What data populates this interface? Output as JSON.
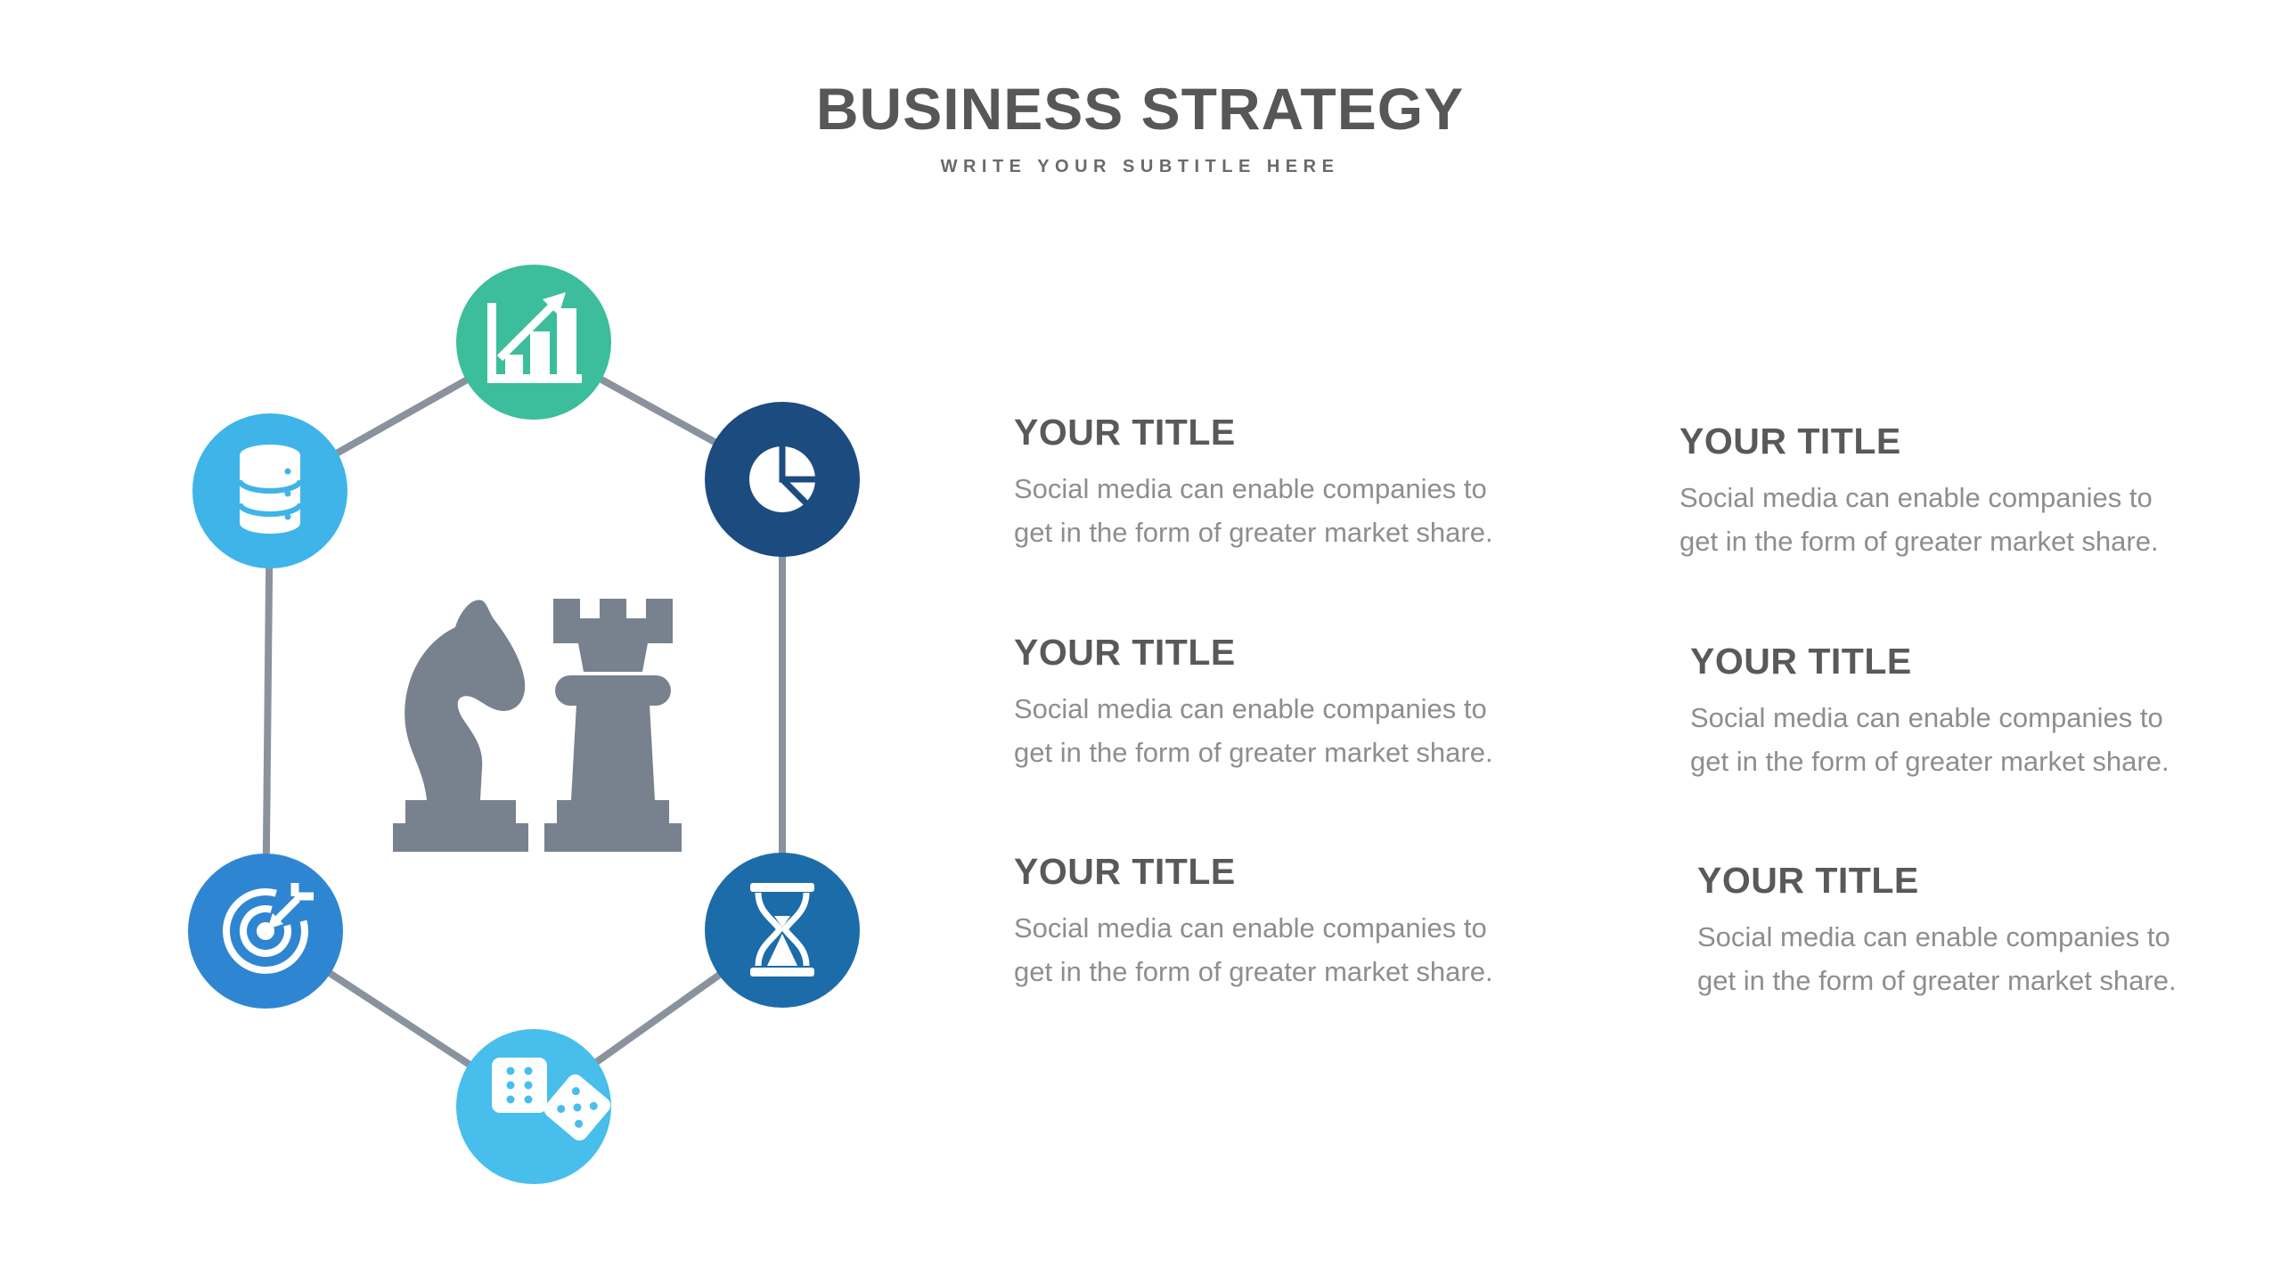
{
  "header": {
    "title": "BUSINESS STRATEGY",
    "subtitle": "WRITE YOUR SUBTITLE HERE",
    "title_color": "#575757",
    "subtitle_color": "#6a6a6a"
  },
  "diagram": {
    "shape": "hexagon",
    "connector_color": "#8a939d",
    "chess_color": "#78828e",
    "center_graphic": "chess-knight-and-rook",
    "nodes": [
      {
        "id": "growth-chart",
        "icon": "growth-chart-icon",
        "color": "#3cbd9b"
      },
      {
        "id": "pie-chart",
        "icon": "pie-chart-icon",
        "color": "#1c4b80"
      },
      {
        "id": "database",
        "icon": "database-icon",
        "color": "#3eb4e9"
      },
      {
        "id": "target",
        "icon": "target-icon",
        "color": "#2e86d3"
      },
      {
        "id": "hourglass",
        "icon": "hourglass-icon",
        "color": "#1c6ca9"
      },
      {
        "id": "dice",
        "icon": "dice-icon",
        "color": "#47beec"
      }
    ]
  },
  "columns": {
    "left": [
      {
        "title": "YOUR TITLE",
        "lines": [
          "Social media can enable companies to",
          "get in the form of greater market share."
        ]
      },
      {
        "title": "YOUR TITLE",
        "lines": [
          "Social media can enable companies to",
          "get in the form of greater market share."
        ]
      },
      {
        "title": "YOUR TITLE",
        "lines": [
          "Social media can enable companies to",
          "get in the form of greater market share."
        ]
      }
    ],
    "right": [
      {
        "title": "YOUR TITLE",
        "lines": [
          "Social media can enable companies to",
          "get in the form of greater market share."
        ]
      },
      {
        "title": "YOUR TITLE",
        "lines": [
          "Social media can enable companies to",
          "get in the form of greater market share."
        ]
      },
      {
        "title": "YOUR TITLE",
        "lines": [
          "Social media can enable companies to",
          "get in the form of greater market share."
        ]
      }
    ]
  }
}
